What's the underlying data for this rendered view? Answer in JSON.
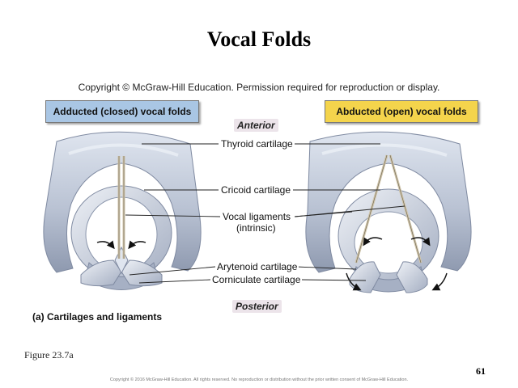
{
  "slide": {
    "title": "Vocal Folds",
    "copyright_top": "Copyright © McGraw-Hill Education. Permission required for reproduction or display.",
    "panel_left_label": "Adducted (closed) vocal folds",
    "panel_right_label": "Abducted (open) vocal folds",
    "anterior": "Anterior",
    "posterior": "Posterior",
    "callouts": {
      "thyroid": "Thyroid cartilage",
      "cricoid": "Cricoid cartilage",
      "vocal_ligaments": "Vocal ligaments",
      "intrinsic": "(intrinsic)",
      "arytenoid": "Arytenoid cartilage",
      "corniculate": "Corniculate cartilage"
    },
    "caption_a": "(a) Cartilages and ligaments",
    "figure_ref": "Figure 23.7a",
    "page_number": "61",
    "copyright_bottom": "Copyright © 2016 McGraw-Hill Education. All rights reserved. No reproduction or distribution without the prior written consent of McGraw-Hill Education."
  },
  "colors": {
    "cartilage": "#b9c2d3",
    "cartilage_shadow": "#8c97ad",
    "ligament": "#d9cfb8",
    "left_label_bg": "#a9c6e4",
    "right_label_bg": "#f4d44c"
  }
}
